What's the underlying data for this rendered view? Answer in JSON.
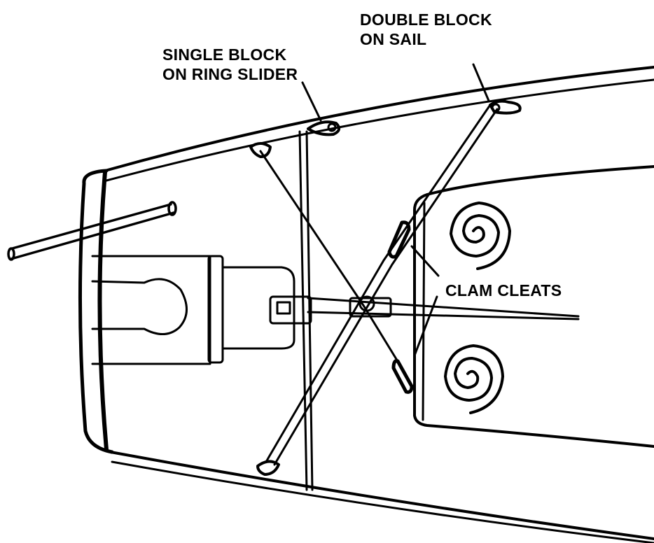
{
  "labels": {
    "double_block": [
      "DOUBLE BLOCK",
      "ON SAIL"
    ],
    "single_block": [
      "SINGLE BLOCK",
      "ON RING SLIDER"
    ],
    "clam_cleats": "CLAM CLEATS"
  }
}
